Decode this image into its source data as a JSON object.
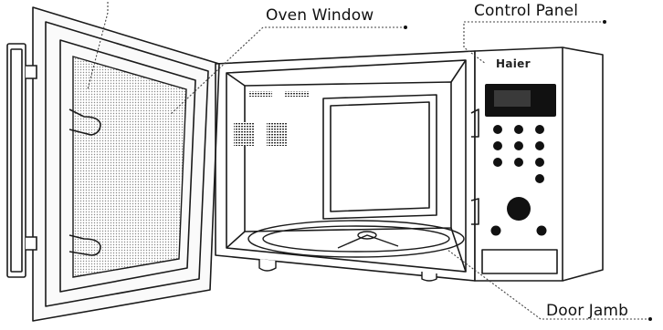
{
  "labels": {
    "oven_window": "Oven Window",
    "control_panel": "Control Panel",
    "door_jamb": "Door Jamb"
  },
  "brand": "Haier"
}
